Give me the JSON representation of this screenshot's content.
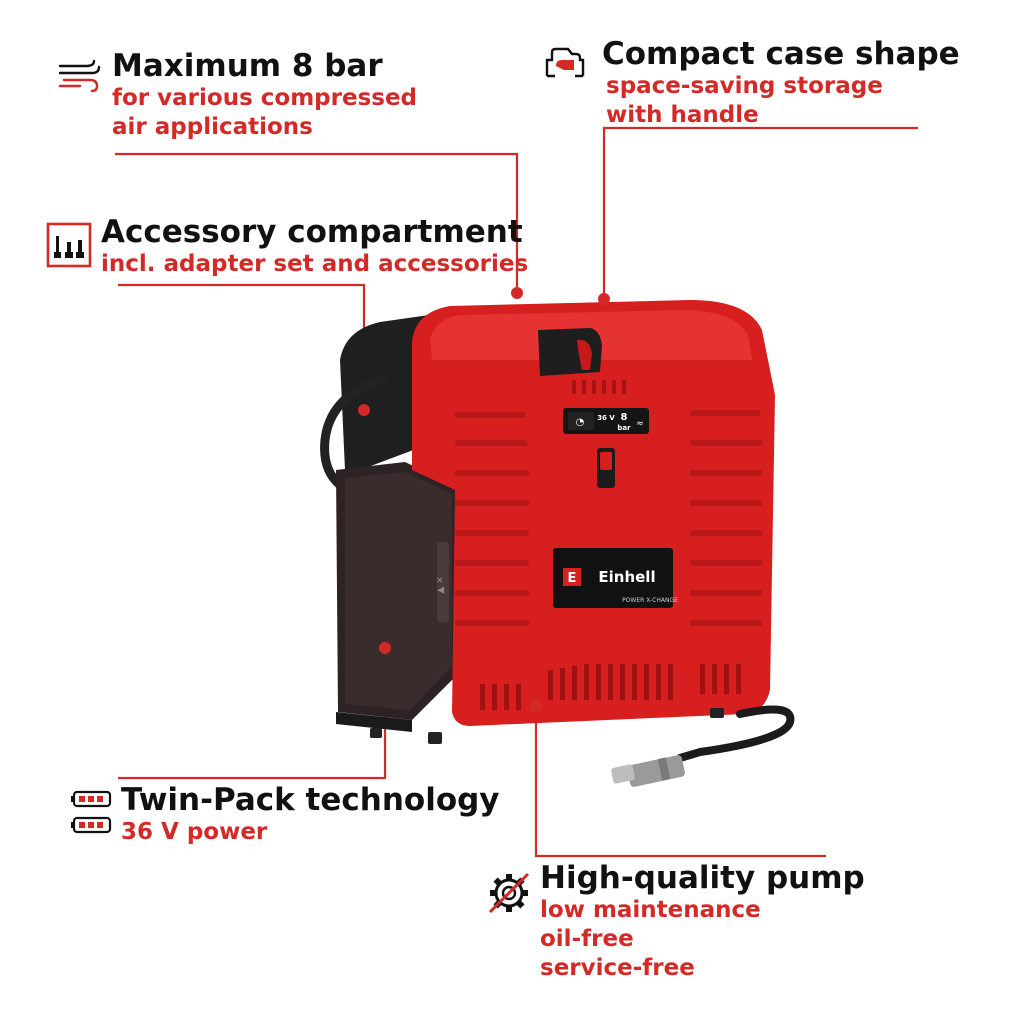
{
  "features": {
    "pressure": {
      "title": "Maximum 8 bar",
      "lines": [
        "for various compressed",
        "air applications"
      ],
      "icon": "wind-icon"
    },
    "case": {
      "title": "Compact case shape",
      "lines": [
        "space-saving storage",
        "with handle"
      ],
      "icon": "case-icon"
    },
    "accessory": {
      "title": "Accessory compartment",
      "lines": [
        "incl. adapter set and accessories"
      ],
      "icon": "accessories-icon"
    },
    "twinpack": {
      "title": "Twin-Pack technology",
      "lines": [
        "36 V power"
      ],
      "icon": "battery-icon"
    },
    "pump": {
      "title": "High-quality pump",
      "lines": [
        "low maintenance",
        "oil-free",
        "service-free"
      ],
      "icon": "gear-icon"
    }
  },
  "product": {
    "brand": "Einhell",
    "tagline": "POWER X-CHANGE",
    "spec_voltage": "36 V",
    "spec_pressure_value": "8",
    "spec_pressure_unit": "bar"
  },
  "colors": {
    "accent": "#d32a27",
    "text": "#111111",
    "body_red": "#d81f1f",
    "dark": "#2a2a2a"
  }
}
